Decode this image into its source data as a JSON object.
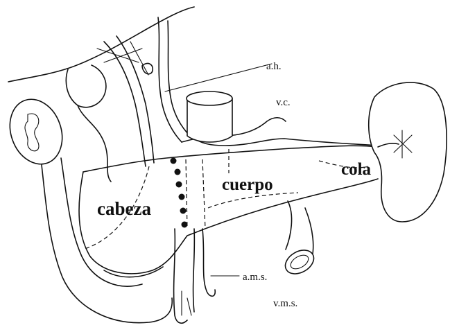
{
  "labels": {
    "ah": "a.h.",
    "vc": "v.c.",
    "cola": "cola",
    "cuerpo": "cuerpo",
    "cabeza": "cabeza",
    "ams": "a.m.s.",
    "vms": "v.m.s."
  }
}
